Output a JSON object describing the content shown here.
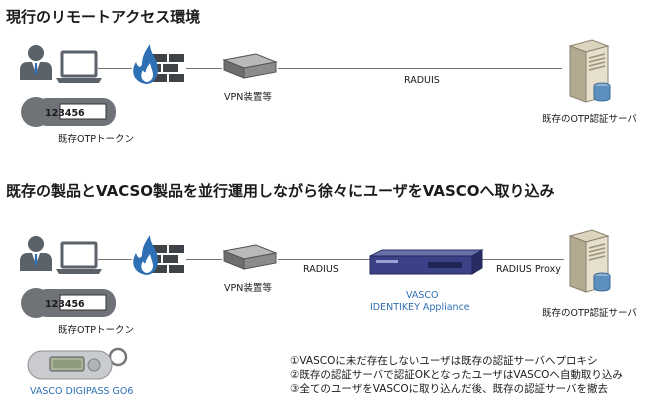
{
  "section1": {
    "title": "現行のリモートアクセス環境",
    "vpn_label": "VPN装置等",
    "protocol_label": "RADUIS",
    "server_label": "既存のOTP認証サーバ",
    "token_value": "123456",
    "token_label": "既存OTPトークン"
  },
  "section2": {
    "title": "既存の製品とVACSO製品を並行運用しながら徐々にユーザをVASCOへ取り込み",
    "vpn_label": "VPN装置等",
    "protocol_label": "RADIUS",
    "proxy_label": "RADIUS Proxy",
    "appliance_label_line1": "VASCO",
    "appliance_label_line2": "IDENTIKEY Appliance",
    "server_label": "既存のOTP認証サーバ",
    "token_value": "123456",
    "token_label": "既存OTPトークン",
    "digipass_label": "VASCO DIGIPASS GO6",
    "notes": [
      "①VASCOに未だ存在しないユーザは既存の認証サーバへプロキシ",
      "②既存の認証サーバで認証OKとなったユーザはVASCOへ自動取り込み",
      "③全てのユーザをVASCOに取り込んだ後、既存の認証サーバを撤去"
    ]
  }
}
